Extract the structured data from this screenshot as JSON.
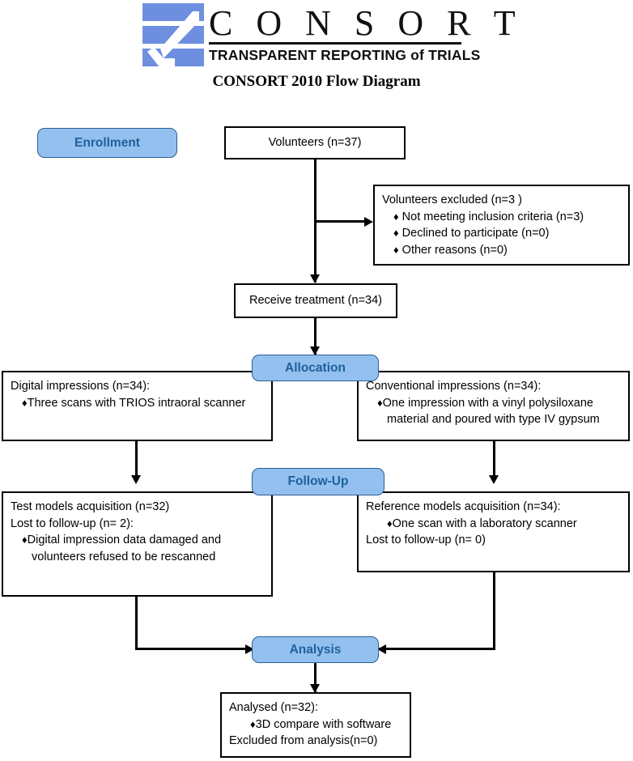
{
  "header": {
    "logo_name": "consort-logo",
    "wordmark": "C O N S O R T",
    "tagline": "TRANSPARENT REPORTING of TRIALS",
    "diagram_title": "CONSORT 2010  Flow Diagram",
    "logo_color": "#6e8fe0"
  },
  "colors": {
    "pill_fill": "#93c0ef",
    "pill_border": "#2b5f92",
    "pill_text": "#1f6199",
    "box_border": "#000000",
    "line": "#000000"
  },
  "stages": {
    "enrollment": "Enrollment",
    "allocation": "Allocation",
    "followup": "Follow-Up",
    "analysis": "Analysis"
  },
  "boxes": {
    "volunteers": {
      "title": "Volunteers (n=37)"
    },
    "excluded": {
      "title": "Volunteers excluded  (n=3 )",
      "items": [
        "Not meeting inclusion criteria (n=3)",
        "Declined to participate (n=0)",
        "Other reasons (n=0)"
      ]
    },
    "receive_treatment": {
      "title": "Receive treatment (n=34)"
    },
    "digital_impressions": {
      "title": "Digital impressions (n=34):",
      "items": [
        "Three scans with TRIOS intraoral scanner"
      ]
    },
    "conventional_impressions": {
      "title": "Conventional impressions (n=34):",
      "items": [
        "One impression with a vinyl polysiloxane"
      ],
      "continuation": "material and poured with type IV gypsum"
    },
    "test_models": {
      "title": "Test models acquisition (n=32)",
      "subtitle": "Lost to follow-up (n= 2):",
      "items": [
        "Digital impression data damaged and"
      ],
      "continuation": "volunteers refused to be rescanned"
    },
    "reference_models": {
      "title": "Reference models acquisition (n=34):",
      "items": [
        "One scan with a laboratory scanner"
      ],
      "footer": "Lost to follow-up (n= 0)"
    },
    "analysed": {
      "title": "Analysed  (n=32):",
      "items": [
        "3D compare with software"
      ],
      "footer": "Excluded from analysis(n=0)"
    }
  },
  "bullet_glyph": "♦"
}
